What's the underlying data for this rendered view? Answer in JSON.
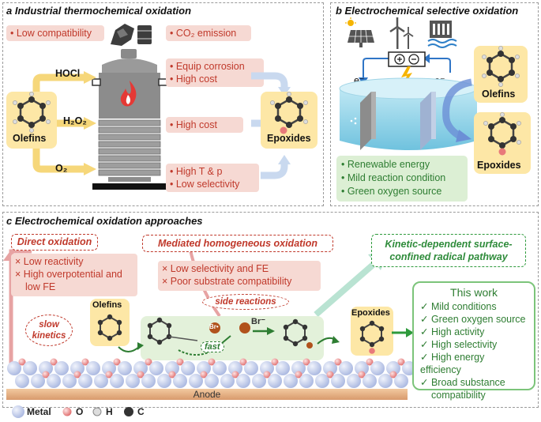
{
  "panel_a": {
    "title": "a Industrial thermochemical oxidation",
    "low_compat": "• Low compatibility",
    "co2": "• CO₂ emission",
    "corrosion_1": "• Equip corrosion",
    "corrosion_2": "• High cost",
    "high_cost": "• High cost",
    "high_tp_1": "• High T & p",
    "high_tp_2": "• Low selectivity",
    "hocl": "HOCl",
    "h2o2": "H₂O₂",
    "o2": "O₂",
    "olefins": "Olefins",
    "epoxides": "Epoxides"
  },
  "panel_b": {
    "title": "b Electrochemical selective oxidation",
    "e_left": "e⁻",
    "e_right": "e⁻",
    "olefins": "Olefins",
    "epoxides": "Epoxides",
    "benefit_1": "• Renewable energy",
    "benefit_2": "• Mild reaction condition",
    "benefit_3": "• Green oxygen source"
  },
  "panel_c": {
    "title": "c Electrochemical oxidation approaches",
    "direct_title": "Direct oxidation",
    "direct_1": "× Low reactivity",
    "direct_2": "× High overpotential and",
    "direct_3": "low FE",
    "mediated_title": "Mediated homogeneous oxidation",
    "mediated_1": "× Low selectivity and FE",
    "mediated_2": "× Poor substrate compatibility",
    "kinetic_1": "Kinetic-dependent surface-",
    "kinetic_2": "confined radical pathway",
    "side_reactions": "side reactions",
    "slow_1": "slow",
    "slow_2": "kinetics",
    "olefins": "Olefins",
    "epoxides": "Epoxides",
    "fast": "fast",
    "br_dot": "Br•",
    "br_minus": "Br⁻",
    "anode": "Anode",
    "work_title": "This work",
    "work_items": [
      "✓ Mild conditions",
      "✓ Green oxygen source",
      "✓ High activity",
      "✓ High selectivity",
      "✓ High energy efficiency",
      "✓ Broad substance",
      "compatibility"
    ]
  },
  "legend": {
    "metal": "Metal",
    "o": "O",
    "h": "H",
    "c": "C"
  },
  "colors": {
    "pink_box": "#f6d9d3",
    "red_text": "#c0392b",
    "yellow_box": "#fde7a6",
    "green_text": "#2e7d32",
    "green_box": "#dcefd4",
    "arrow_blue": "#c9d9ef",
    "metal": "#c8d3ee",
    "oxygen": "#e87a7a"
  }
}
